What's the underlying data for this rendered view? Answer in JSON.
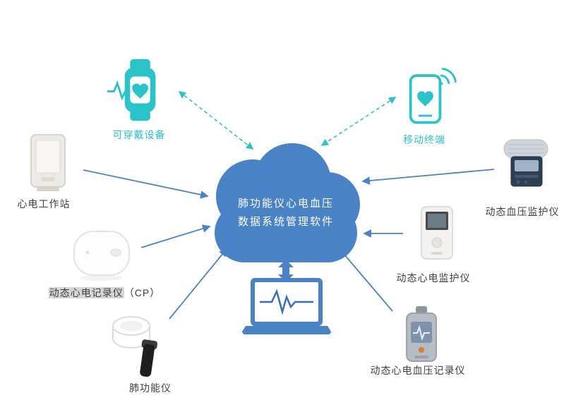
{
  "cloud": {
    "line1": "肺功能仪心电血压",
    "line2": "数据系统管理软件"
  },
  "nodes": {
    "wearable": {
      "label": "可穿戴设备"
    },
    "mobile": {
      "label": "移动终端"
    },
    "workstation": {
      "label": "心电工作站"
    },
    "holter_recorder": {
      "label_main": "动态心电记录仪",
      "label_suffix": "（CP）"
    },
    "spirometer": {
      "label": "肺功能仪"
    },
    "bp_monitor": {
      "label": "动态血压监护仪"
    },
    "holter_monitor": {
      "label": "动态心电监护仪"
    },
    "ecg_bp_recorder": {
      "label": "动态心电血压记录仪"
    }
  },
  "connections": [
    {
      "from": "wearable",
      "to": "cloud",
      "style": "dashed",
      "bidirectional": true
    },
    {
      "from": "mobile",
      "to": "cloud",
      "style": "dashed",
      "bidirectional": true
    },
    {
      "from": "workstation",
      "to": "cloud",
      "style": "solid"
    },
    {
      "from": "holter_recorder",
      "to": "cloud",
      "style": "solid"
    },
    {
      "from": "spirometer",
      "to": "cloud",
      "style": "solid"
    },
    {
      "from": "bp_monitor",
      "to": "cloud",
      "style": "solid"
    },
    {
      "from": "holter_monitor",
      "to": "cloud",
      "style": "solid"
    },
    {
      "from": "ecg_bp_recorder",
      "to": "cloud",
      "style": "solid"
    },
    {
      "from": "cloud",
      "to": "laptop",
      "style": "thick",
      "bidirectional": true
    }
  ],
  "colors": {
    "cloud_blue": "#4a82c6",
    "arrow_blue": "#4a82c6",
    "teal": "#2ac3c8",
    "label_dark": "#3f3f3f"
  }
}
